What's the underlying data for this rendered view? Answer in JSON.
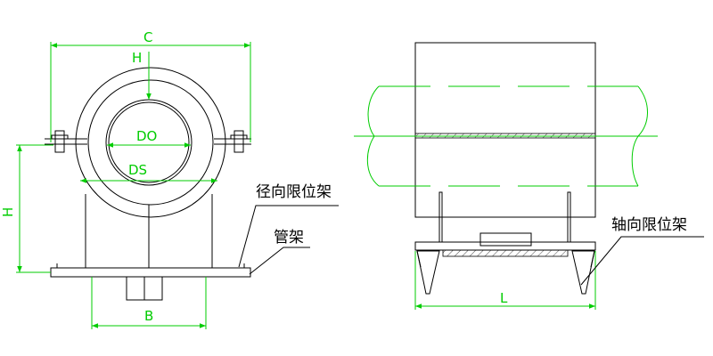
{
  "labels": {
    "dim_c": "C",
    "dim_h_top": "H",
    "dim_h_left": "H",
    "dim_do": "DO",
    "dim_ds": "DS",
    "dim_b": "B",
    "dim_l": "L",
    "radial_limit_support": "径向限位架",
    "pipe_rack": "管架",
    "axial_limit_support": "轴向限位架"
  },
  "colors": {
    "line": "#000000",
    "dimension": "#00cc00",
    "background": "#ffffff"
  }
}
